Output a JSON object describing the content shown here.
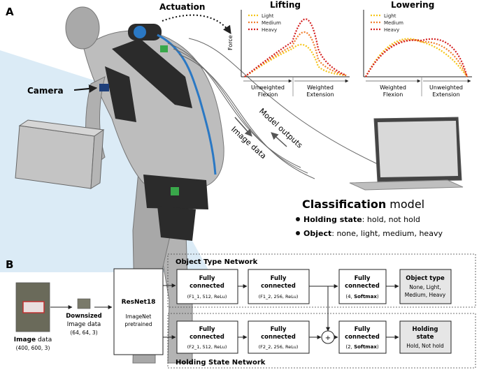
{
  "panel_a": {
    "label": "A",
    "actuation": "Actuation",
    "camera": "Camera",
    "model_outputs": "Model outputs",
    "image_data": "Image data",
    "classification_bold": "Classification",
    "classification_rest": " model",
    "bullet1_bold": "Holding state",
    "bullet1_rest": ": hold, not hold",
    "bullet2_bold": "Object",
    "bullet2_rest": ": none, light, medium, heavy"
  },
  "lifting": {
    "title": "Lifting",
    "ylabel": "Force",
    "phase1": [
      "Unweighted",
      "Flexion"
    ],
    "phase2": [
      "Weighted",
      "Extension"
    ],
    "legend": [
      "Light",
      "Medium",
      "Heavy"
    ]
  },
  "lowering": {
    "title": "Lowering",
    "phase1": [
      "Weighted",
      "Flexion"
    ],
    "phase2": [
      "Unweighted",
      "Extension"
    ],
    "legend": [
      "Light",
      "Medium",
      "Heavy"
    ]
  },
  "colors": {
    "light": "#f5c518",
    "medium": "#f08030",
    "heavy": "#d42020",
    "blue": "#2a78c4"
  },
  "panel_b": {
    "label": "B",
    "image_title": "Image",
    "image_rest": " data",
    "image_dims": "(400, 600, 3)",
    "down_title": "Downsized",
    "down_sub": "Image data",
    "down_dims": "(64, 64, 3)",
    "resnet_title": "ResNet18",
    "resnet_sub1": "ImageNet",
    "resnet_sub2": "pretrained",
    "object_network": "Object Type Network",
    "holding_network": "Holding State Network",
    "fc_title1": "Fully",
    "fc_title2": "connected",
    "fc_softmax": "Softmax",
    "fc1_1": "(F1_1, 512, ReLu)",
    "fc1_2": "(F1_2, 256, ReLu)",
    "fc1_3_pre": "(4, ",
    "fc2_1": "(F2_1, 512, ReLu)",
    "fc2_2": "(F2_2, 256, ReLu)",
    "fc2_3_pre": "(2, ",
    "paren_close": ")",
    "plus": "+",
    "out1_title": "Object type",
    "out1_l1": "None, Light,",
    "out1_l2": "Medium, Heavy",
    "out2_title1": "Holding",
    "out2_title2": "state",
    "out2_l1": "Hold, Not hold"
  }
}
